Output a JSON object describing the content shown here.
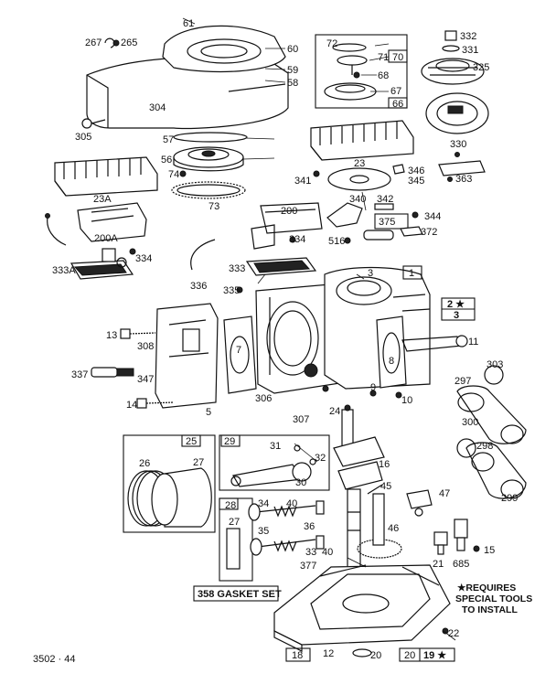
{
  "labels": {
    "p61": "61",
    "p267": "267",
    "p265": "265",
    "p60": "60",
    "p59": "59",
    "p58": "58",
    "p304": "304",
    "p305": "305",
    "p57": "57",
    "p56": "56",
    "p74": "74",
    "p73": "73",
    "p23a": "23A",
    "p200a": "200A",
    "p333a": "333A",
    "p334a": "334",
    "p72": "72",
    "p71": "71",
    "p70": "70",
    "p68": "68",
    "p67": "67",
    "p66": "66",
    "p332": "332",
    "p331": "331",
    "p325": "325",
    "p330": "330",
    "p23": "23",
    "p341": "341",
    "p346": "346",
    "p345": "345",
    "p363": "363",
    "p340": "340",
    "p342": "342",
    "p375": "375",
    "p344": "344",
    "p372": "372",
    "p200": "200",
    "p334b": "334",
    "p516": "516",
    "p333": "333",
    "p3a": "3",
    "p1": "1",
    "p336": "336",
    "p335": "335",
    "p2": "2 ★",
    "p3b": "3",
    "p13": "13",
    "p308": "308",
    "p7": "7",
    "p11": "11",
    "p303": "303",
    "p337": "337",
    "p347": "347",
    "p8": "8",
    "p297": "297",
    "p14": "14",
    "p5": "5",
    "p306": "306",
    "p9": "9",
    "p10": "10",
    "p24": "24",
    "p300": "300",
    "p307": "307",
    "p25": "25",
    "p29": "29",
    "p27a": "27",
    "p31": "31",
    "p32": "32",
    "p16": "16",
    "p298": "298",
    "p26": "26",
    "p30": "30",
    "p45": "45",
    "p47": "47",
    "p299": "299",
    "p28": "28",
    "p34": "34",
    "p40a": "40",
    "p27b": "27",
    "p35": "35",
    "p36": "36",
    "p46": "46",
    "p33": "33",
    "p40b": "40",
    "p377": "377",
    "p21": "21",
    "p685": "685",
    "p15": "15",
    "p22": "22",
    "p12": "12",
    "p18": "18",
    "p20": "20",
    "p19": "19 ★"
  },
  "gasket_set": "358 GASKET SET",
  "note_lines": [
    "★REQUIRES",
    "SPECIAL TOOLS",
    "TO INSTALL"
  ],
  "doc_code": "3502 · 44"
}
